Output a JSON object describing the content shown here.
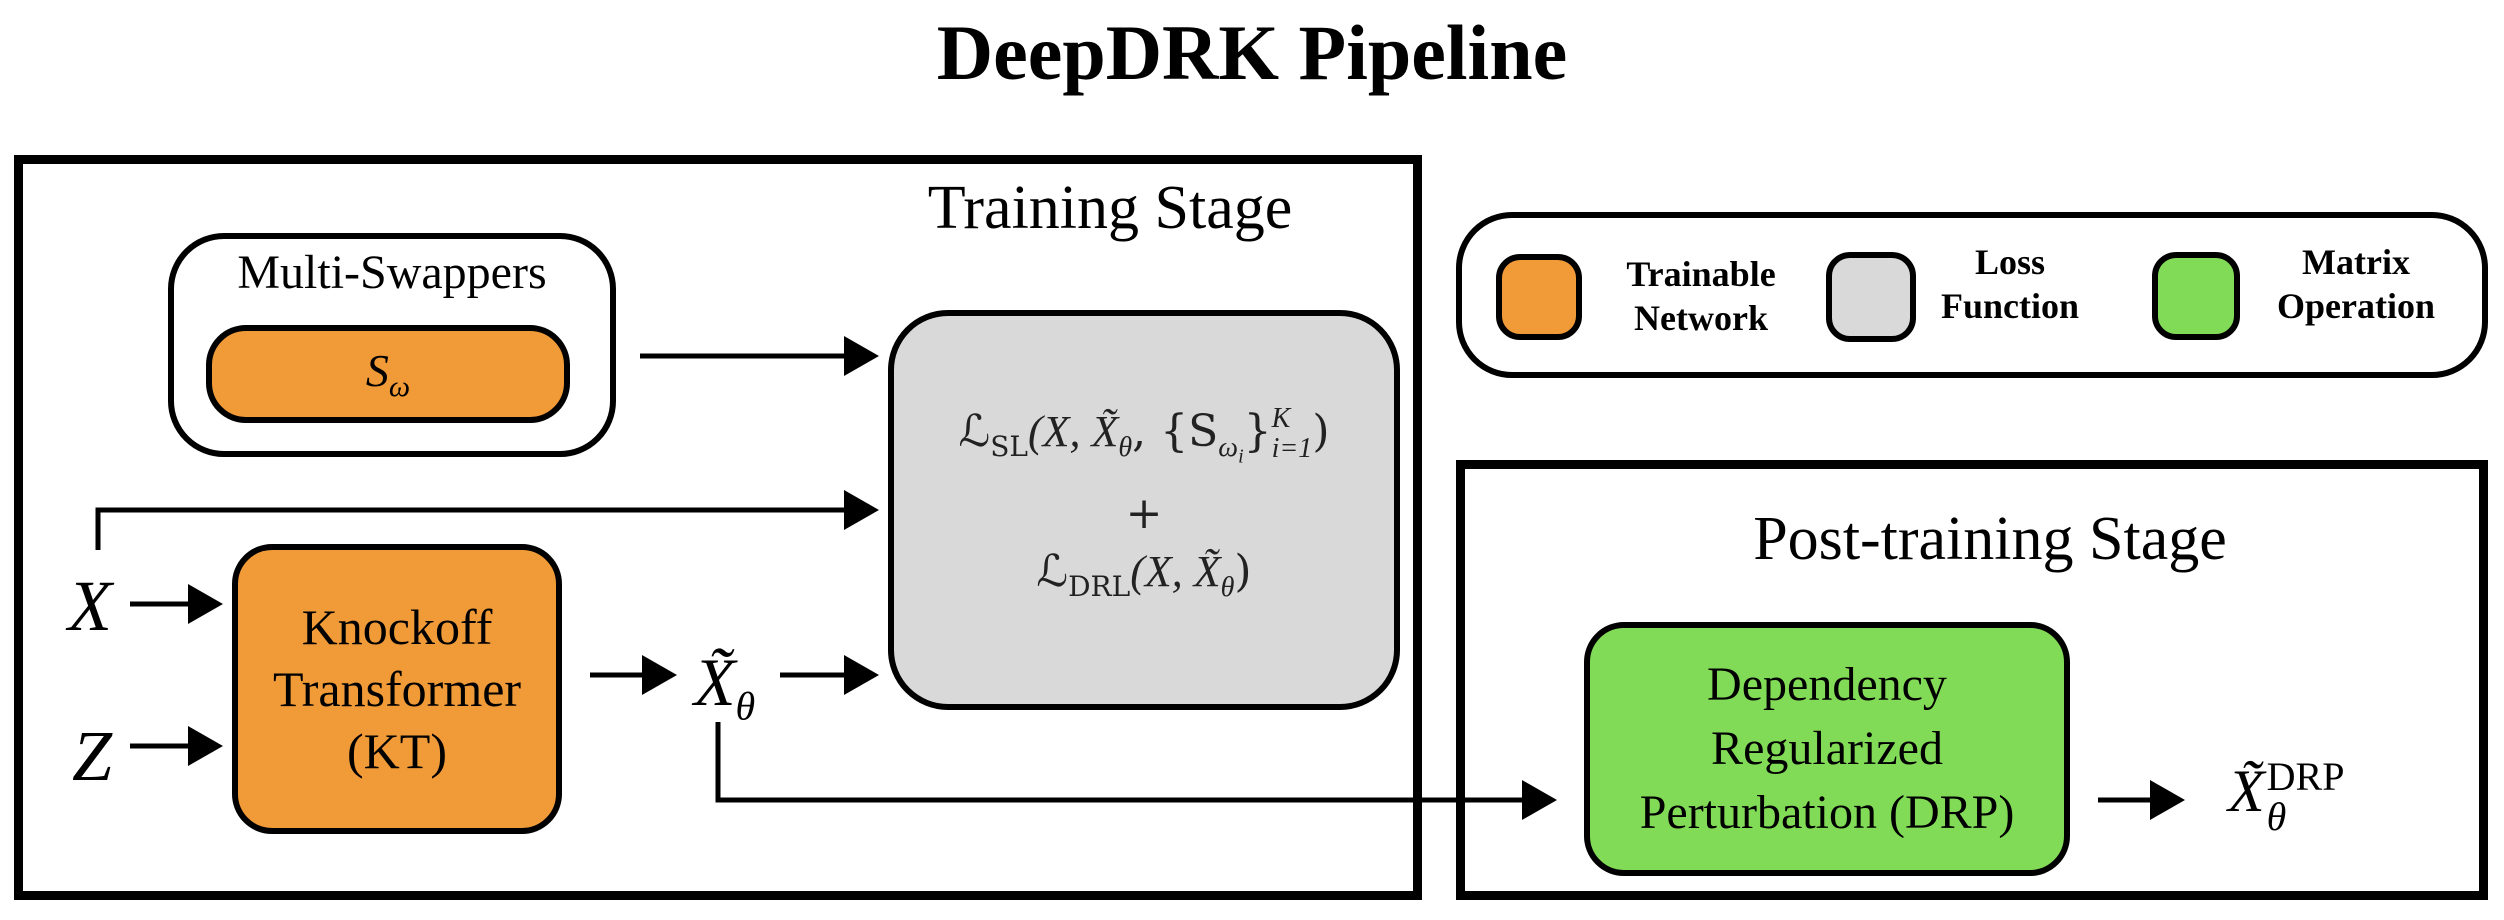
{
  "title": "DeepDRK Pipeline",
  "training_stage": {
    "label": "Training Stage",
    "multi_swappers": {
      "label": "Multi-Swappers",
      "swapper": "S",
      "swapper_sub": "ω"
    },
    "knockoff_transformer": {
      "line1": "Knockoff",
      "line2": "Transformer",
      "line3": "(KT)"
    },
    "loss": {
      "sl_base": "ℒ",
      "sl_sub": "SL",
      "sl_args": "(X, X̃",
      "sl_args_sub": "θ",
      "sl_args2": ", {S",
      "sl_args2_sub": "ω",
      "sl_args2_subsub": "i",
      "sl_args3": "}",
      "sl_sup": "K",
      "sl_lower": "i=1",
      "sl_close": ")",
      "plus": "+",
      "drl_base": "ℒ",
      "drl_sub": "DRL",
      "drl_args": "(X, X̃",
      "drl_args_sub": "θ",
      "drl_close": ")"
    },
    "inputs": {
      "x": "X",
      "z": "Z"
    },
    "output": {
      "base": "X̃",
      "sub": "θ"
    }
  },
  "post_training_stage": {
    "label": "Post-training Stage",
    "drp": {
      "line1": "Dependency",
      "line2": "Regularized",
      "line3": "Perturbation (DRP)"
    },
    "output": {
      "base": "X̃",
      "sub": "θ",
      "sup": "DRP"
    }
  },
  "legend": {
    "items": [
      {
        "line1": "Trainable",
        "line2": "Network",
        "color": "#f09a38"
      },
      {
        "line1": "Loss",
        "line2": "Function",
        "color": "#d9d9d9"
      },
      {
        "line1": "Matrix",
        "line2": "Operation",
        "color": "#82db57"
      }
    ]
  }
}
